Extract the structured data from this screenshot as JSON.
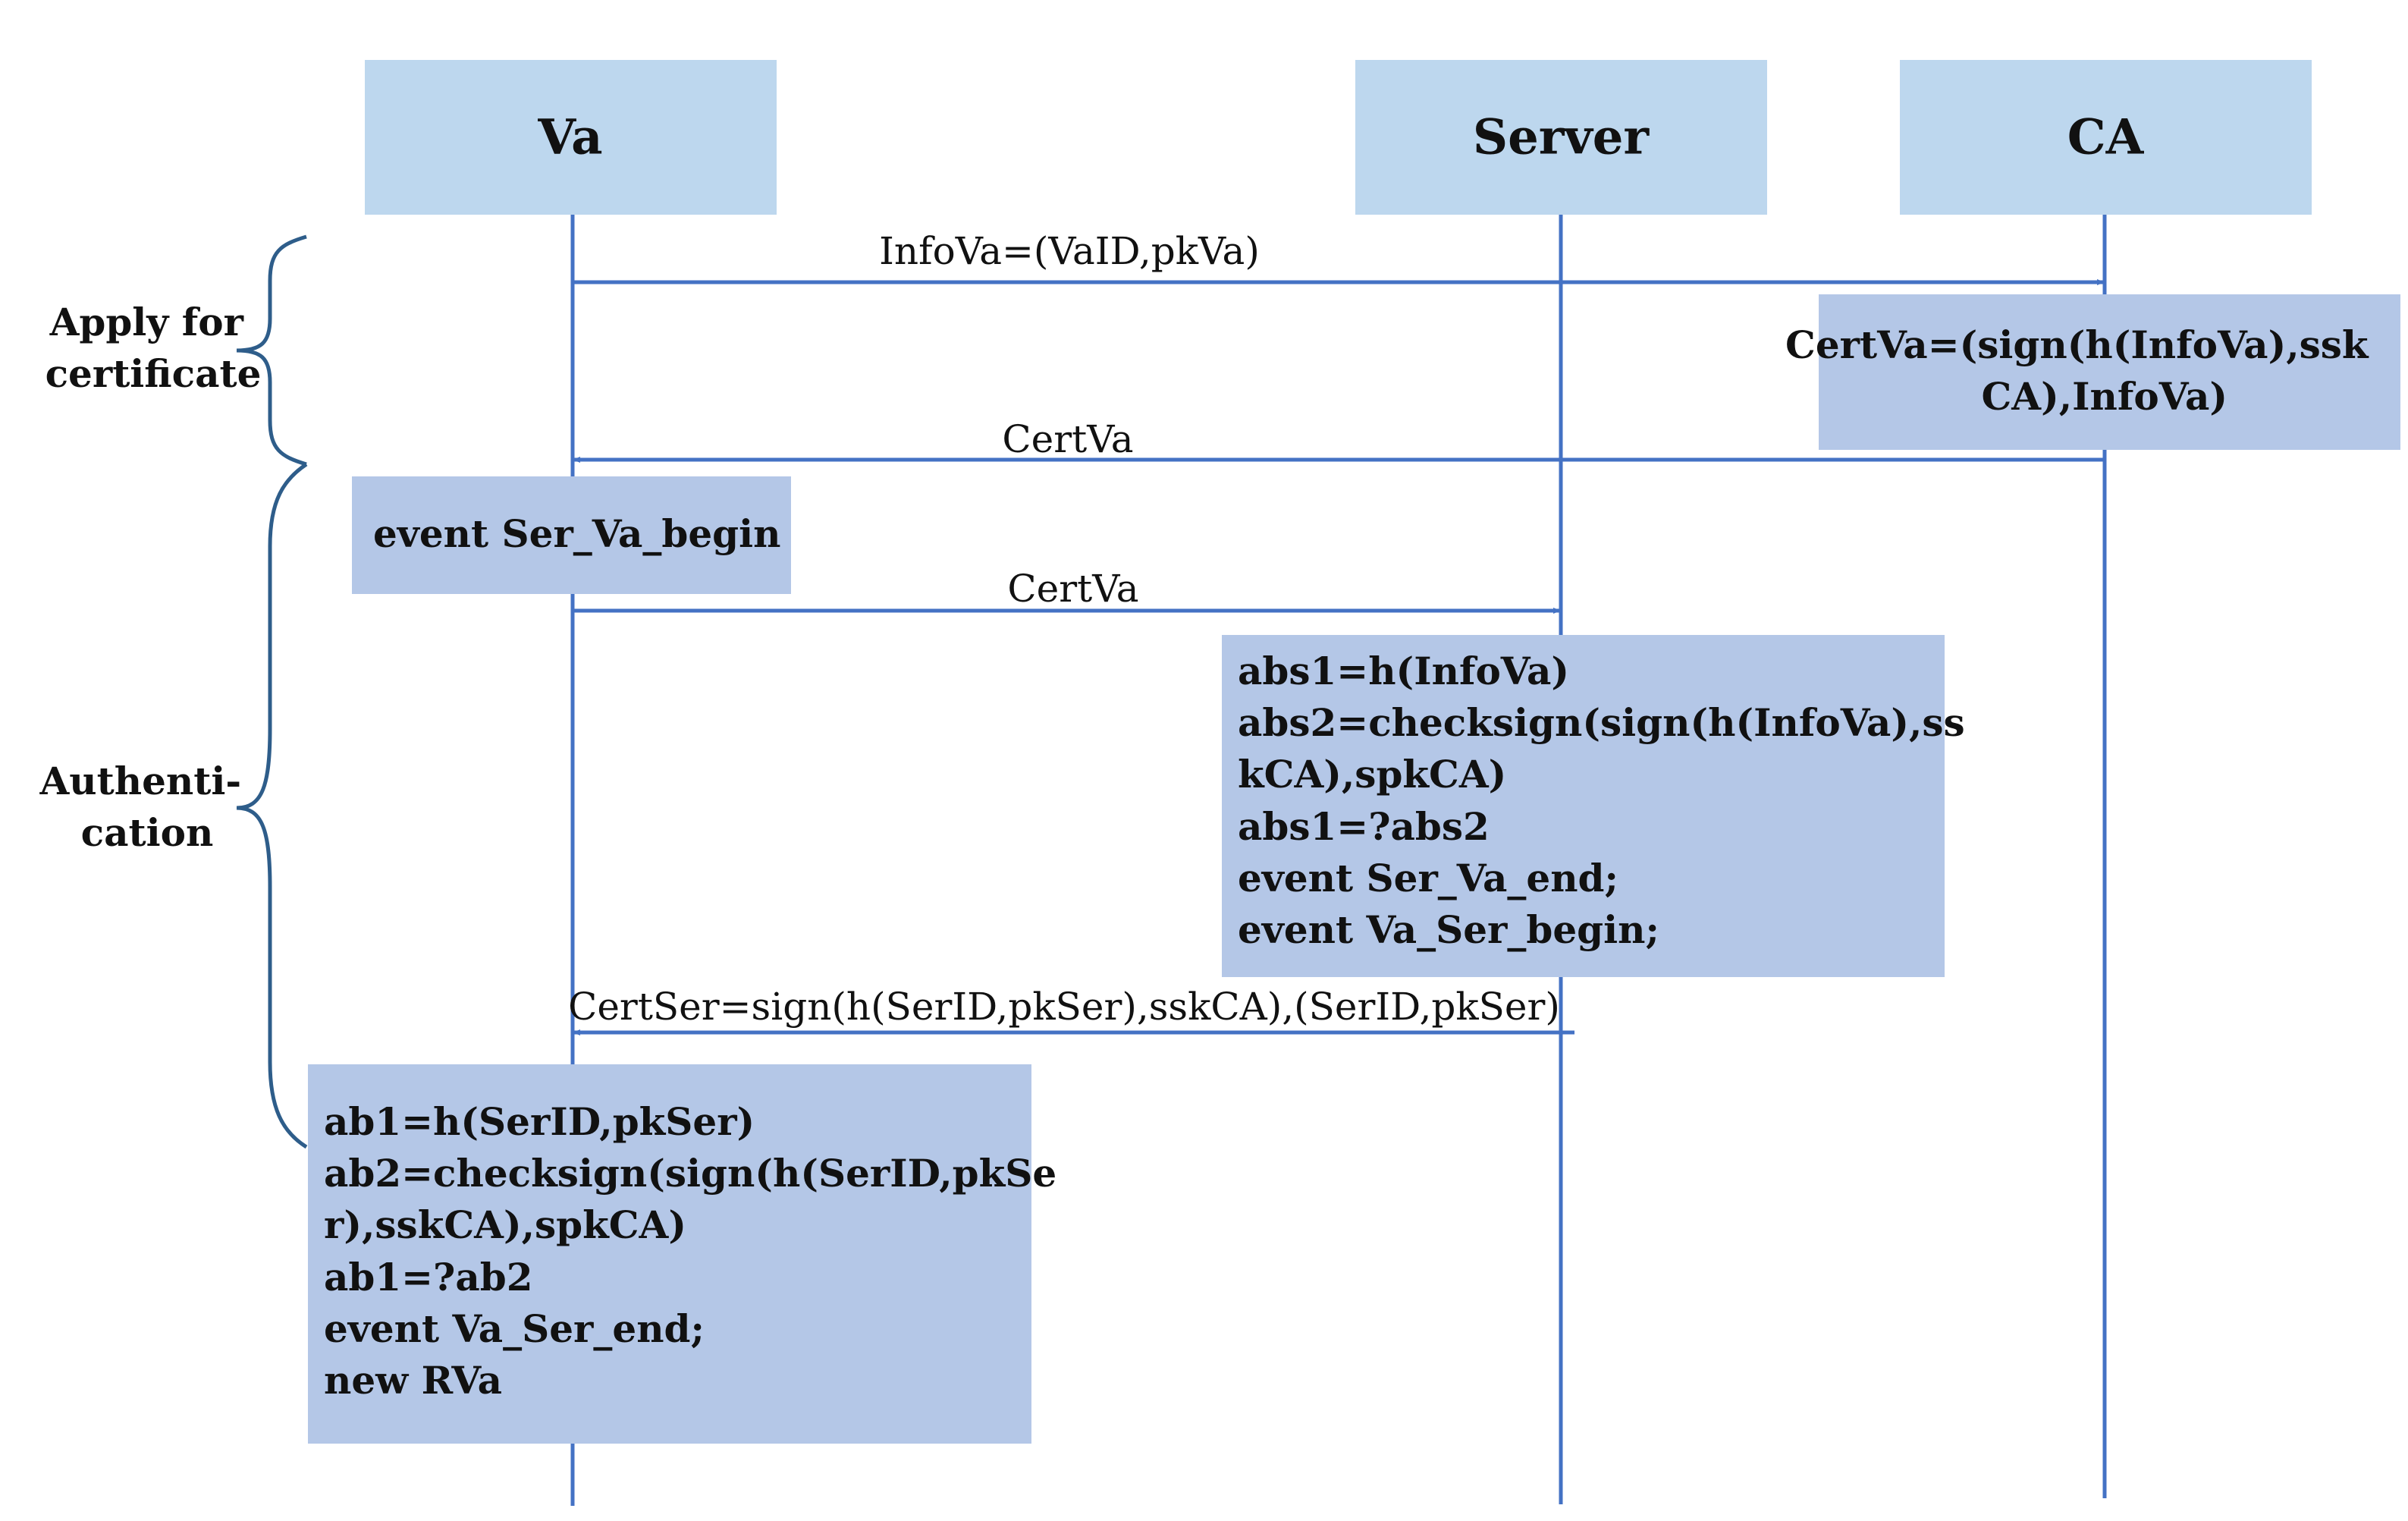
{
  "colors": {
    "header_fill": "#bdd7ee",
    "note_fill": "#b4c7e7",
    "line": "#4472c4",
    "brace": "#2e5d8a"
  },
  "participants": [
    {
      "id": "va",
      "label": "Va"
    },
    {
      "id": "server",
      "label": "Server"
    },
    {
      "id": "ca",
      "label": "CA"
    }
  ],
  "phases": [
    {
      "id": "apply",
      "lines": [
        "Apply for",
        "certificate"
      ]
    },
    {
      "id": "auth",
      "lines": [
        "Authenti-",
        "cation"
      ]
    }
  ],
  "messages": [
    {
      "id": "msg1",
      "from": "va",
      "to": "ca",
      "label": "InfoVa=(VaID,pkVa)"
    },
    {
      "id": "msg2",
      "from": "ca",
      "to": "va",
      "label": "CertVa"
    },
    {
      "id": "msg3",
      "from": "va",
      "to": "server",
      "label": "CertVa"
    },
    {
      "id": "msg4",
      "from": "server",
      "to": "va",
      "label": "CertSer=sign(h(SerID,pkSer),sskCA),(SerID,pkSer)"
    }
  ],
  "notes": [
    {
      "id": "ca-cert",
      "owner": "ca",
      "lines": [
        "CertVa=(sign(h(InfoVa),ssk",
        "CA),InfoVa)"
      ]
    },
    {
      "id": "va-begin",
      "owner": "va",
      "lines": [
        "event Ser_Va_begin"
      ]
    },
    {
      "id": "server-verify",
      "owner": "server",
      "lines": [
        "abs1=h(InfoVa)",
        "abs2=checksign(sign(h(InfoVa),ss",
        "kCA),spkCA)",
        "abs1=?abs2",
        "event Ser_Va_end;",
        "event Va_Ser_begin;"
      ]
    },
    {
      "id": "va-verify",
      "owner": "va",
      "lines": [
        "ab1=h(SerID,pkSer)",
        "ab2=checksign(sign(h(SerID,pkSe",
        "r),sskCA),spkCA)",
        "ab1=?ab2",
        "event Va_Ser_end;",
        "new RVa"
      ]
    }
  ]
}
